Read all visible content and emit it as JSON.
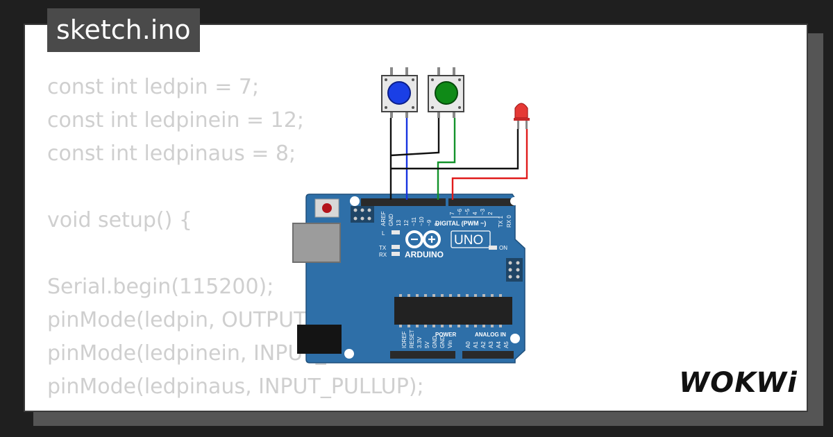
{
  "file_tab": {
    "title": "sketch.ino"
  },
  "code_lines": [
    "const int ledpin = 7;",
    "const int ledpinein = 12;",
    "const int ledpinaus = 8;",
    "",
    "void setup() {",
    "",
    "Serial.begin(115200);",
    "pinMode(ledpin, OUTPUT);",
    "pinMode(ledpinein, INPUT_PULLUP);",
    "pinMode(ledpinaus, INPUT_PULLUP);"
  ],
  "board": {
    "brand": "ARDUINO",
    "model": "UNO",
    "digital_label": "DIGITAL (PWM ~)",
    "power_label": "POWER",
    "analog_label": "ANALOG IN",
    "on_label": "ON",
    "led_l_label": "L",
    "tx_label": "TX",
    "rx_label": "RX",
    "digital_pins": [
      "AREF",
      "GND",
      "13",
      "12",
      "~11",
      "~10",
      "~9",
      "8",
      "7",
      "~6",
      "~5",
      "4",
      "~3",
      "2",
      "TX 1",
      "RX 0"
    ],
    "power_pins": [
      "IOREF",
      "RESET",
      "3.3V",
      "5V",
      "GND",
      "GND",
      "Vin"
    ],
    "analog_pins": [
      "A0",
      "A1",
      "A2",
      "A3",
      "A4",
      "A5"
    ]
  },
  "components": {
    "button_1_color": "#1a3fe6",
    "button_2_color": "#0f8a17",
    "led_color": "#e53935"
  },
  "wire_colors": {
    "black": "#111111",
    "blue": "#1633e0",
    "green": "#12922a",
    "red": "#e01b1b"
  },
  "logo": {
    "text": "WOKWi"
  }
}
